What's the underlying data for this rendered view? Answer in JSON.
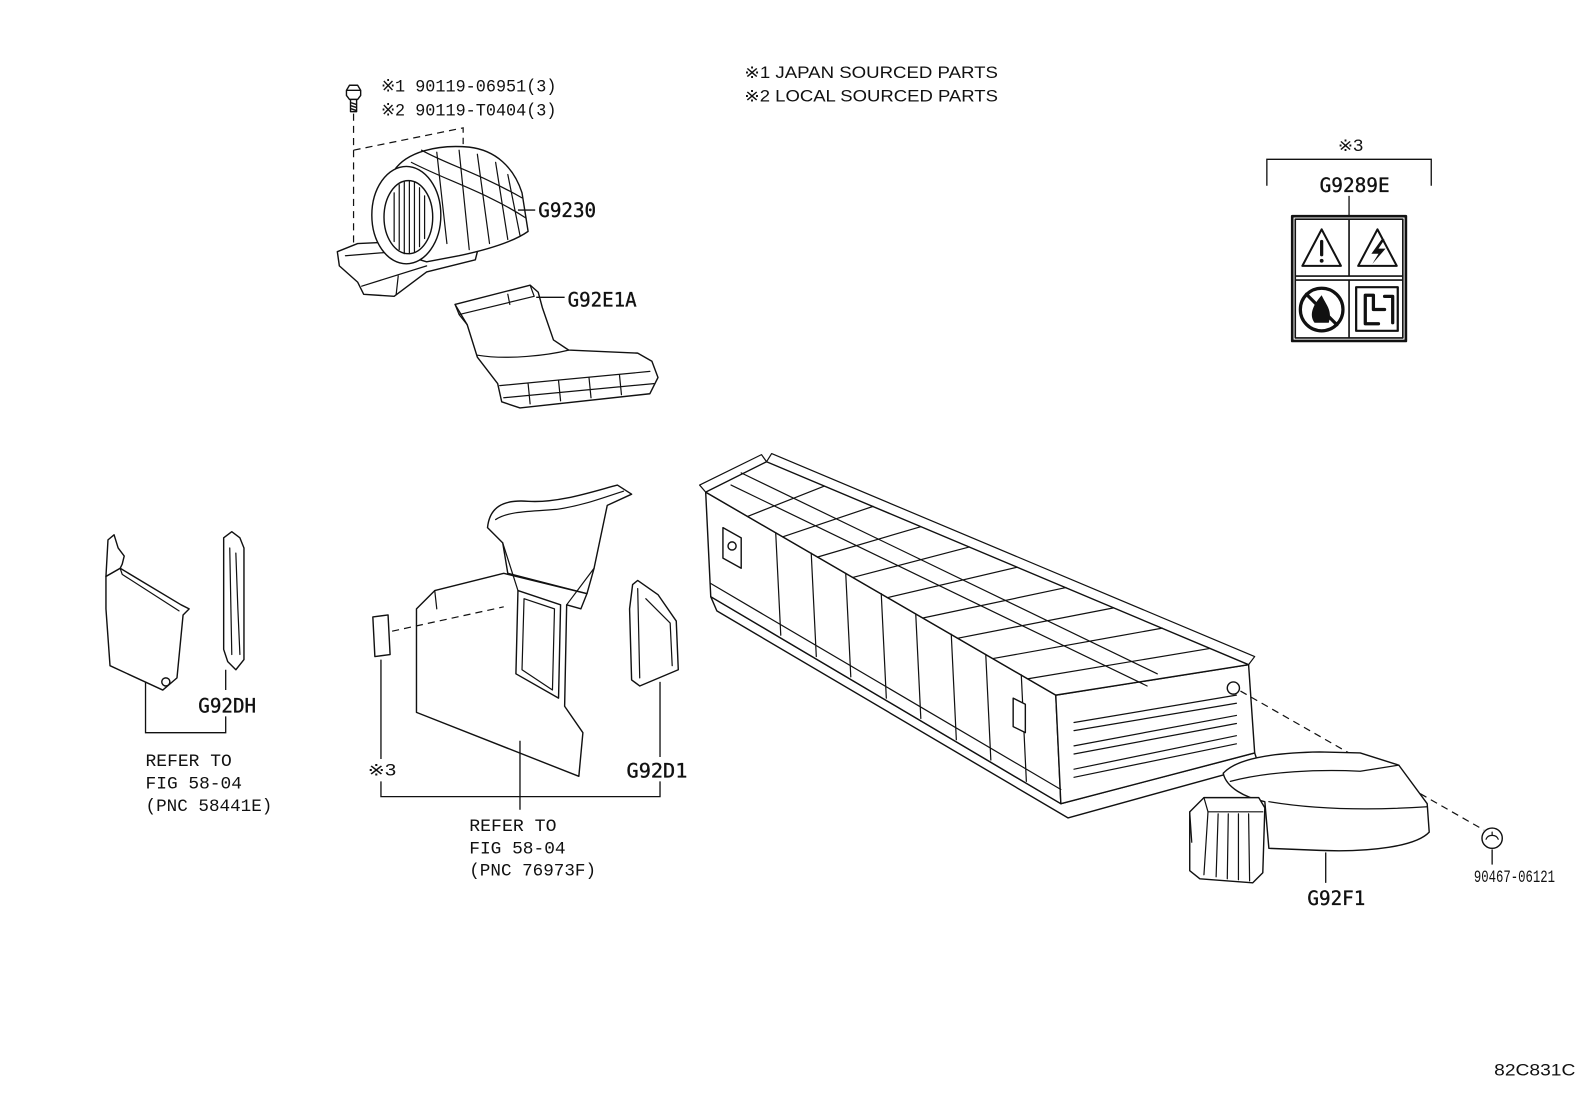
{
  "fasteners": {
    "bolt_japan": "※1 90119-06951(3)",
    "bolt_local": "※2 90119-T0404(3)",
    "nut": "90467-06121"
  },
  "notes": {
    "japan_sourced": "※1 JAPAN SOURCED PARTS",
    "local_sourced": "※2 LOCAL SOURCED PARTS",
    "label_marker": "※3",
    "trim_label_marker": "※3"
  },
  "callouts": {
    "blower": "G9230",
    "duct": "G92E1A",
    "caution_label": "G9289E",
    "side_panel": "G92DH",
    "cover": "G92D1",
    "battery_cover": "G92F1"
  },
  "references": {
    "side_panel": [
      "REFER TO",
      "FIG 58-04",
      "(PNC 58441E)"
    ],
    "trim_panel": [
      "REFER TO",
      "FIG 58-04",
      "(PNC 76973F)"
    ]
  },
  "caution_label_icons": [
    "warning-icon",
    "high-voltage-icon",
    "prohibition-icon",
    "service-plug-icon"
  ],
  "figure_code": "82C831C"
}
